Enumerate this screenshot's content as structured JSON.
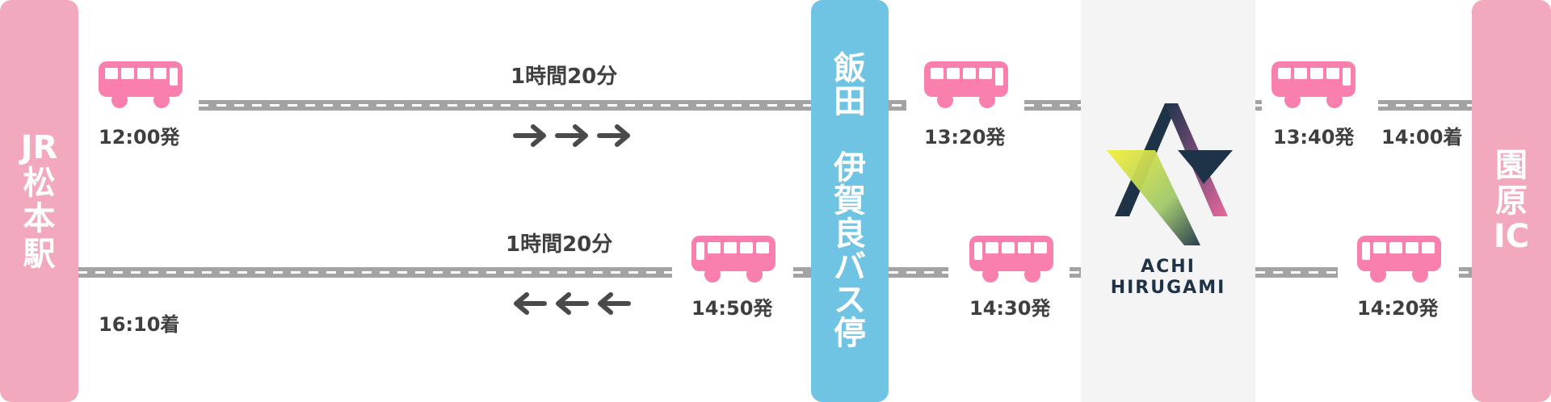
{
  "stations": {
    "matsumoto": {
      "label": "JR\n松\n本\n駅",
      "color": "#f2a9bd"
    },
    "iida": {
      "label": "飯\n田\n \n伊\n賀\n良\nバ\nス\n停",
      "color": "#6fc3e3"
    },
    "sonohara": {
      "label": "園\n原\nIC",
      "color": "#f2a9bd"
    }
  },
  "venue": {
    "logo_line1": "ACHI",
    "logo_line2": "HIRUGAMI"
  },
  "outbound": {
    "duration": "1時間20分",
    "times": [
      "12:00発",
      "13:20発",
      "13:40発",
      "14:00着"
    ]
  },
  "inbound": {
    "duration": "1時間20分",
    "times": [
      "16:10着",
      "14:50発",
      "14:30発",
      "14:20発"
    ]
  },
  "colors": {
    "bus": "#f97fae",
    "road": "#a3a3a3",
    "arrow": "#4a4a4a",
    "text": "#3f3f3f"
  },
  "icons": {
    "bus": "bus-icon",
    "arrow_right": "arrow-right-icon",
    "arrow_left": "arrow-left-icon",
    "logo": "achi-hirugami-logo"
  }
}
